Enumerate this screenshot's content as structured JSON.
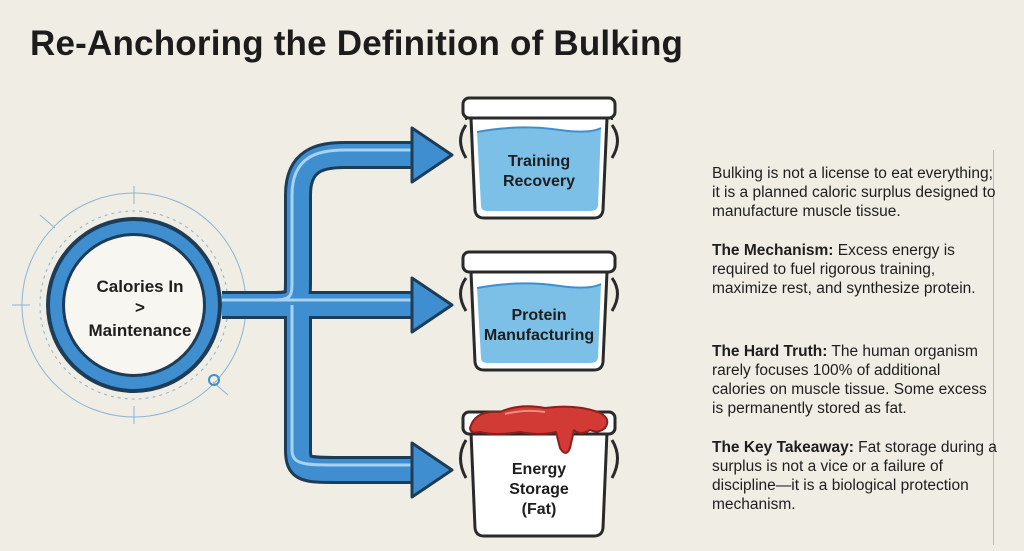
{
  "title": "Re-Anchoring the Definition of Bulking",
  "source": {
    "line1": "Calories In",
    "line2": ">",
    "line3": "Maintenance"
  },
  "buckets": [
    {
      "lines": [
        "Training",
        "Recovery"
      ],
      "fill": "water",
      "color": "#7cc0e8"
    },
    {
      "lines": [
        "Protein",
        "Manufacturing"
      ],
      "fill": "water",
      "color": "#7cc0e8"
    },
    {
      "lines": [
        "Energy",
        "Storage",
        "(Fat)"
      ],
      "fill": "red-overflow",
      "color": "#d23a36"
    }
  ],
  "arrow_color": "#3f8fd0",
  "text": {
    "intro": "Bulking is not a license to eat everything; it is a planned caloric surplus designed to manufacture muscle tissue.",
    "mechanism_label": "The Mechanism:",
    "mechanism_body": " Excess energy is required to fuel rigorous training, maximize rest, and synthesize protein.",
    "hard_truth_label": "The Hard Truth:",
    "hard_truth_body": " The human organism rarely focuses 100% of additional calories on muscle tissue. Some excess is permanently stored as fat.",
    "takeaway_label": "The Key Takeaway:",
    "takeaway_body": " Fat storage during a surplus is not a vice or a failure of discipline—it is a biological protection mechanism."
  }
}
